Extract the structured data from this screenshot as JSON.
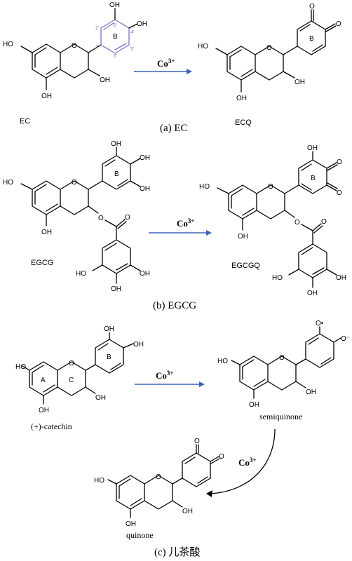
{
  "panels": {
    "a": {
      "caption": "(a) EC",
      "reactant_name": "EC",
      "product_name": "ECQ",
      "condition_label": "Co",
      "condition_sup": "3+",
      "ring_label": "B",
      "ring_atom_numbers": [
        "1'",
        "2'",
        "3'",
        "4'",
        "5'",
        "6'"
      ]
    },
    "b": {
      "caption": "(b) EGCG",
      "reactant_name": "EGCG",
      "product_name": "EGCGQ",
      "condition_label": "Co",
      "condition_sup": "3+",
      "ring_label": "B"
    },
    "c": {
      "caption": "(c) 儿茶酸",
      "reactant_name": "(+)-catechin",
      "intermediate_name": "semiquinone",
      "product_name": "quinone",
      "condition_label_1": "Co",
      "condition_sup_1": "3+",
      "condition_label_2": "Co",
      "condition_sup_2": "3+",
      "ring_labels": [
        "A",
        "C",
        "B"
      ]
    }
  },
  "atoms": {
    "oh": "OH",
    "ho": "HO",
    "o": "O",
    "o_radical": "O•",
    "o_anion": "O⁻"
  },
  "colors": {
    "arrow": "#3a63b8",
    "atom_number_highlight": "#7a72c8"
  }
}
